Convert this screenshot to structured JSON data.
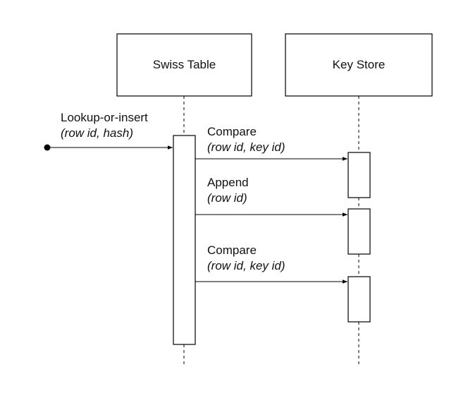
{
  "participants": {
    "swiss_table": {
      "label": "Swiss Table"
    },
    "key_store": {
      "label": "Key Store"
    }
  },
  "messages": {
    "lookup": {
      "name": "Lookup-or-insert",
      "args": "(row id, hash)"
    },
    "compare1": {
      "name": "Compare",
      "args": "(row id, key id)"
    },
    "append": {
      "name": "Append",
      "args": "(row id)"
    },
    "compare2": {
      "name": "Compare",
      "args": "(row id, key id)"
    }
  },
  "colors": {
    "stroke": "#000000",
    "text": "#111111"
  }
}
